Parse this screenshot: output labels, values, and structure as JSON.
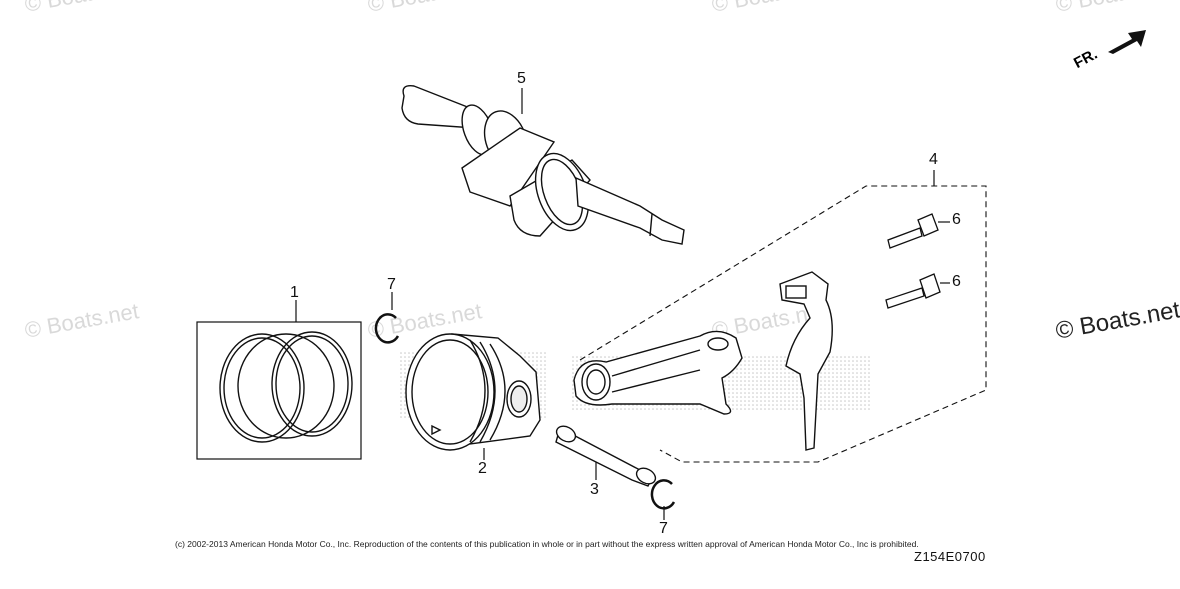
{
  "watermark": {
    "text": "© Boats.net"
  },
  "callouts": {
    "piston_rings": "1",
    "piston": "2",
    "piston_pin": "3",
    "connecting_rod": "4",
    "crankshaft": "5",
    "bolt_upper": "6",
    "bolt_lower": "6",
    "clip_upper": "7",
    "clip_lower": "7"
  },
  "orientation": {
    "label": "FR."
  },
  "footer": {
    "copyright": "(c) 2002-2013 American Honda Motor Co., Inc. Reproduction of the contents of this publication in whole or in part without the express written approval of American Honda Motor Co., Inc is prohibited.",
    "diagram_code": "Z154E0700"
  }
}
